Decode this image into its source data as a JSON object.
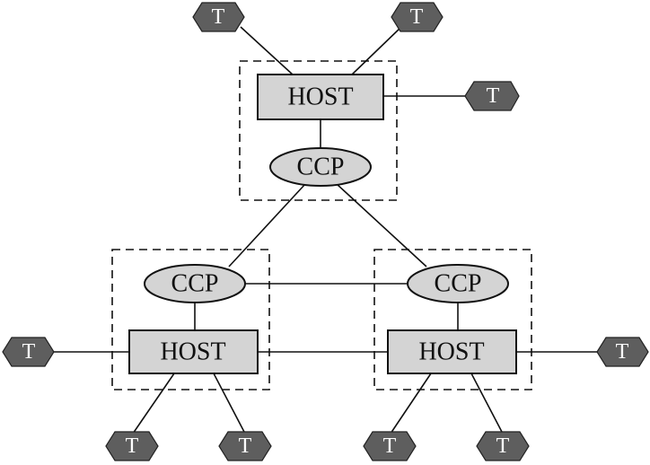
{
  "labels": {
    "host": "HOST",
    "ccp": "CCP",
    "terminal": "T"
  },
  "colors": {
    "node_fill": "#d4d4d4",
    "terminal_fill": "#5e5e5e",
    "line": "#111111",
    "terminal_text": "#ffffff"
  },
  "nodes": {
    "top_host": {
      "label": "HOST"
    },
    "top_ccp": {
      "label": "CCP"
    },
    "left_ccp": {
      "label": "CCP"
    },
    "left_host": {
      "label": "HOST"
    },
    "right_ccp": {
      "label": "CCP"
    },
    "right_host": {
      "label": "HOST"
    }
  },
  "terminals": [
    {
      "id": "t-top-left",
      "label": "T",
      "host": "top_host"
    },
    {
      "id": "t-top-right",
      "label": "T",
      "host": "top_host"
    },
    {
      "id": "t-top-side",
      "label": "T",
      "host": "top_host"
    },
    {
      "id": "t-left-side",
      "label": "T",
      "host": "left_host"
    },
    {
      "id": "t-left-bottom-1",
      "label": "T",
      "host": "left_host"
    },
    {
      "id": "t-left-bottom-2",
      "label": "T",
      "host": "left_host"
    },
    {
      "id": "t-right-side",
      "label": "T",
      "host": "right_host"
    },
    {
      "id": "t-right-bottom-1",
      "label": "T",
      "host": "right_host"
    },
    {
      "id": "t-right-bottom-2",
      "label": "T",
      "host": "right_host"
    }
  ],
  "links": [
    [
      "top_host",
      "top_ccp"
    ],
    [
      "top_ccp",
      "left_ccp"
    ],
    [
      "top_ccp",
      "right_ccp"
    ],
    [
      "left_ccp",
      "right_ccp"
    ],
    [
      "left_ccp",
      "left_host"
    ],
    [
      "right_ccp",
      "right_host"
    ],
    [
      "left_host",
      "right_host"
    ]
  ]
}
